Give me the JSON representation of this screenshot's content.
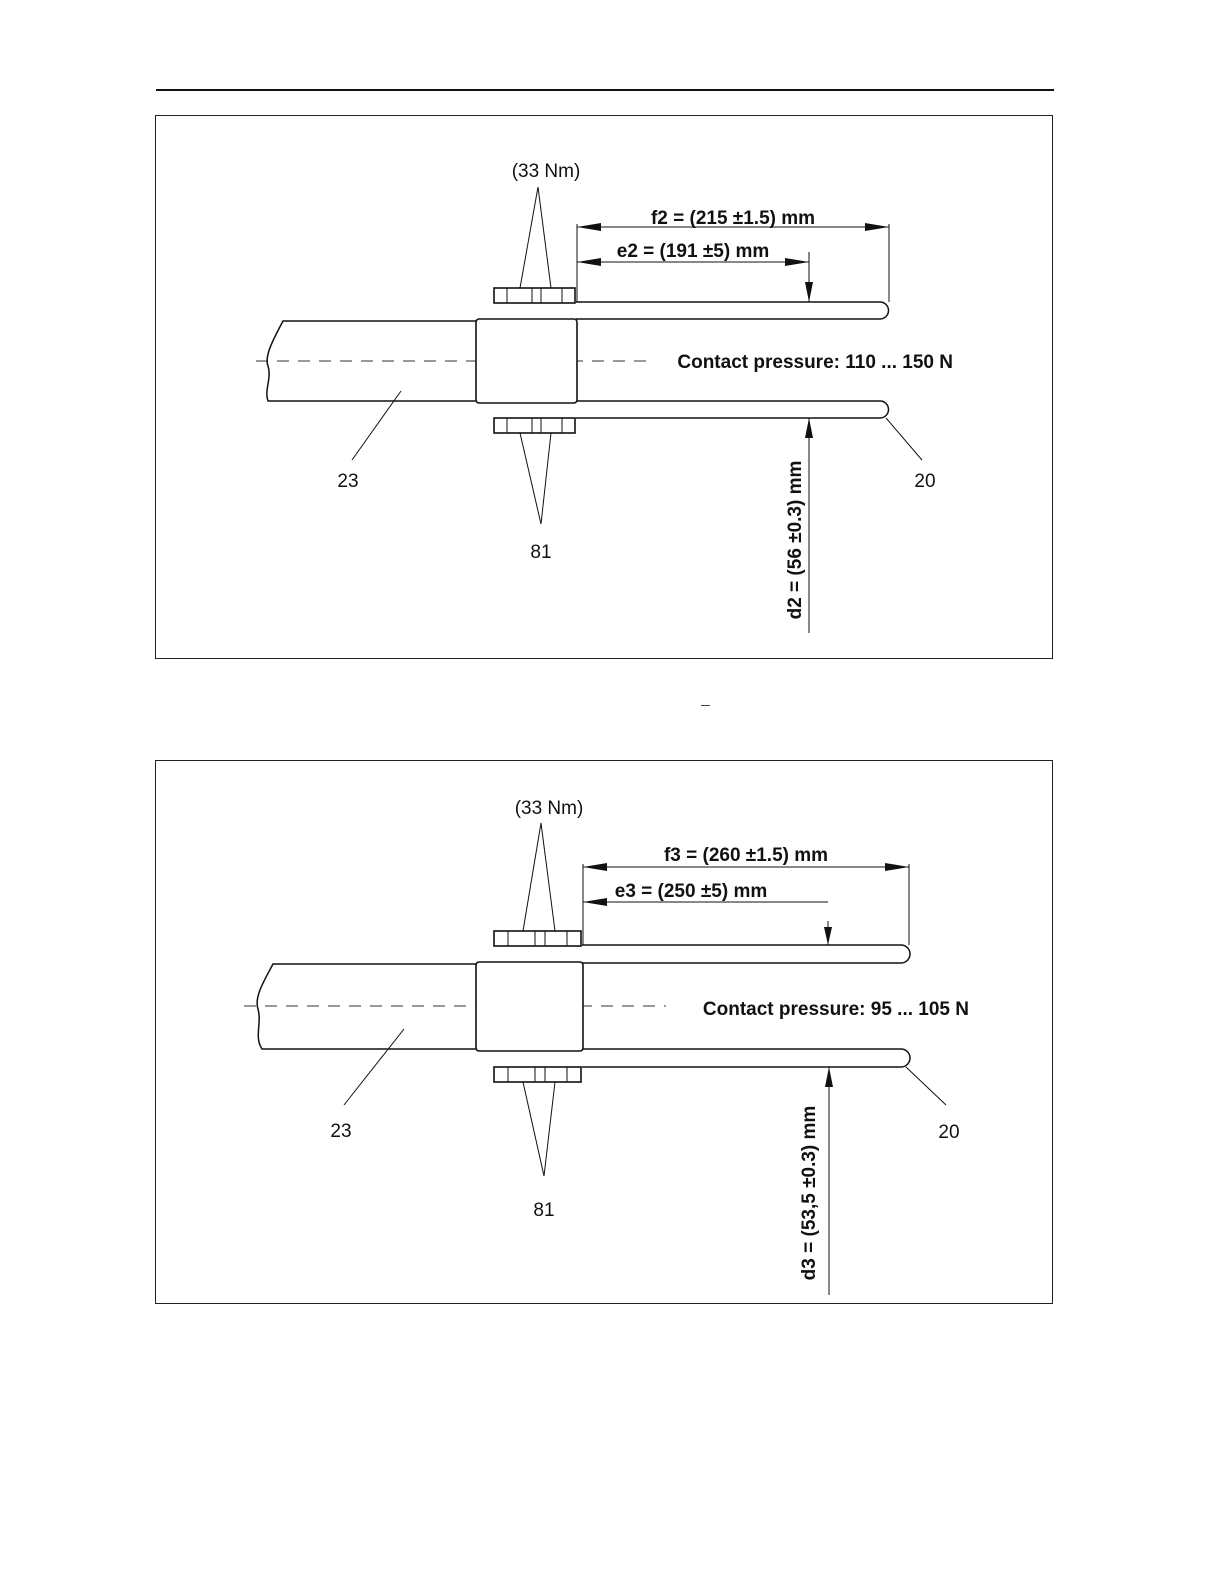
{
  "diagrams": [
    {
      "torque": "(33 Nm)",
      "f_dim": "f2 = (215 ±1.5) mm",
      "e_dim": "e2 = (191 ±5) mm",
      "pressure": "Contact pressure: 110 ... 150 N",
      "d_dim": "d2 = (56 ±0.3) mm",
      "label_left": "23",
      "label_right": "20",
      "label_bottom": "81"
    },
    {
      "torque": "(33 Nm)",
      "f_dim": "f3 = (260 ±1.5) mm",
      "e_dim": "e3 = (250 ±5) mm",
      "pressure": "Contact pressure: 95 ... 105 N",
      "d_dim": "d3 = (53,5 ±0.3) mm",
      "label_left": "23",
      "label_right": "20",
      "label_bottom": "81"
    }
  ]
}
